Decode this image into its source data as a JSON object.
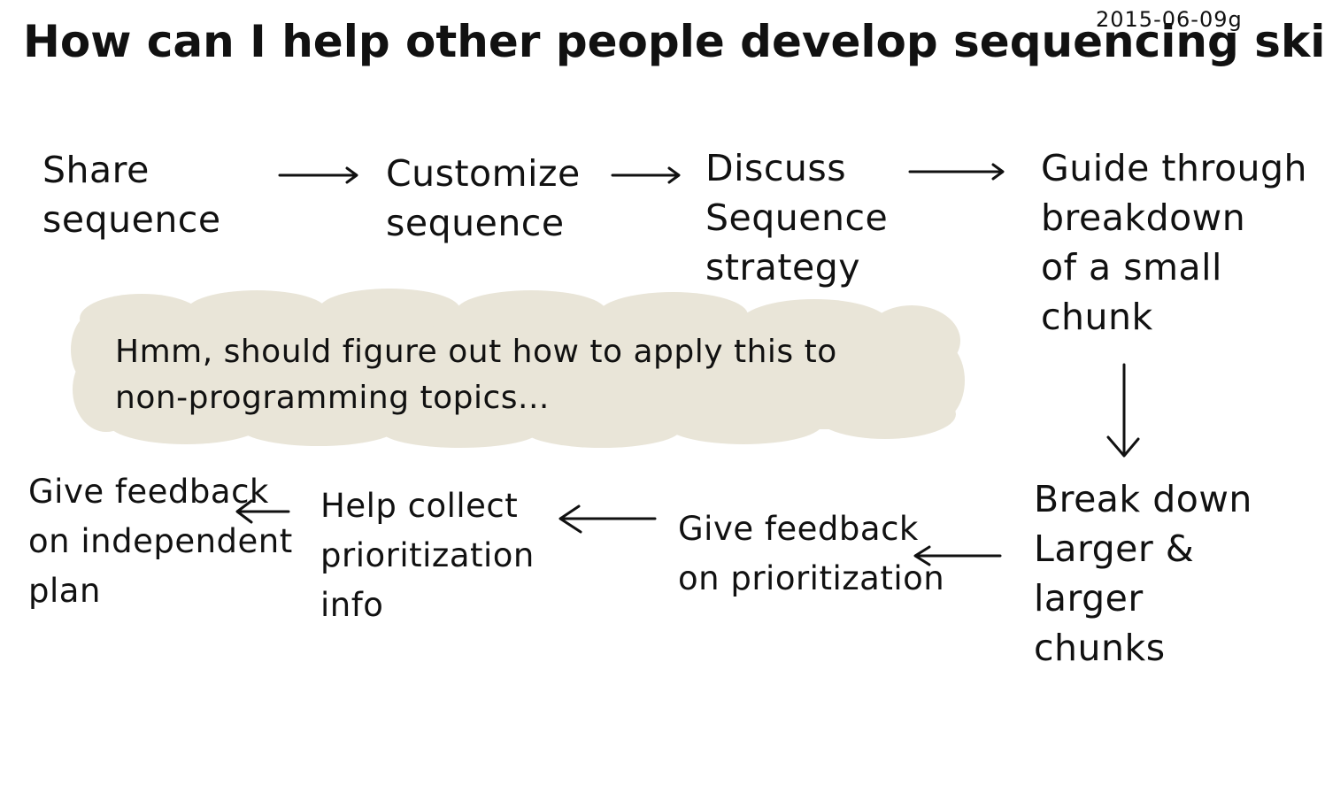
{
  "title": "How can I help other people develop sequencing skills?",
  "date": "2015-06-09g",
  "colors": {
    "ink": "#111111",
    "note_bubble": "#e9e5d8",
    "background": "#ffffff"
  },
  "steps": [
    {
      "id": "share-sequence",
      "label": "Share\nsequence"
    },
    {
      "id": "customize-sequence",
      "label": "Customize\nsequence"
    },
    {
      "id": "discuss-sequence-strategy",
      "label": "Discuss\nSequence\nstrategy"
    },
    {
      "id": "guide-through-breakdown",
      "label": "Guide through\nbreakdown\nof a small\nchunk"
    },
    {
      "id": "break-down-larger-chunks",
      "label": "Break down\nLarger &\nlarger\nchunks"
    },
    {
      "id": "give-feedback-prioritization",
      "label": "Give feedback\non prioritization"
    },
    {
      "id": "help-collect-prioritization-info",
      "label": "Help collect\nprioritization\ninfo"
    },
    {
      "id": "give-feedback-independent-plan",
      "label": "Give feedback\non independent\nplan"
    }
  ],
  "note": "Hmm, should figure out how to apply this to\nnon-programming topics..."
}
